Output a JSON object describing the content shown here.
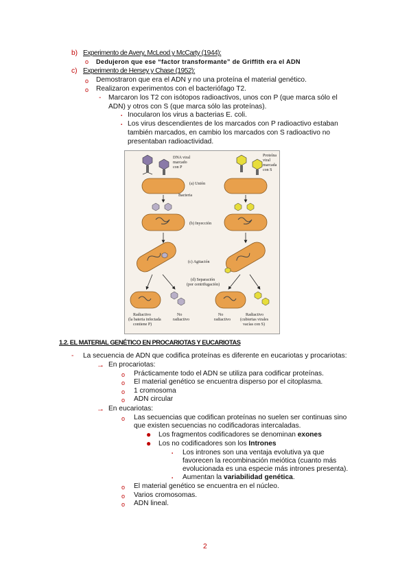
{
  "section_b": {
    "marker": "b)",
    "title": "Experimento de Avery, McLeod y McCarty (1944):",
    "bullet": "Dedujeron que ese “factor transformante” de Griffith era el ADN"
  },
  "section_c": {
    "marker": "c)",
    "title": "Experimento de Hersey y Chase (1952):",
    "bullets": [
      "Demostraron que era el ADN y no una proteína el material genético.",
      "Realizaron experimentos con el bacteriófago T2."
    ],
    "sub_line1": "Marcaron los T2 con isótopos radioactivos, unos con P (que marca sólo el",
    "sub_line2": "ADN) y otros con S (que marca sólo las proteínas).",
    "subsub1": "Inocularon los virus a bacterias E. coli.",
    "subsub2_lines": [
      "Los virus descendientes de los marcados con P radioactivo estaban",
      "también marcados, en cambio los marcados con S radioactivo no",
      "presentaban radioactividad."
    ]
  },
  "figure": {
    "left_label": [
      "DNA viral",
      "marcado",
      "con  P"
    ],
    "right_label": [
      "Proteína",
      "viral",
      "marcada",
      "con  S"
    ],
    "step_a": "(a) Unión",
    "bacteria": "Bacteria",
    "step_b": "(b) Inyección",
    "step_c": "(c) Agitación",
    "step_d": [
      "(d) Separación",
      "(por centrifugación)"
    ],
    "result_left_title": "Radiactivo",
    "result_left_sub": [
      "(la bateria infectada",
      "contiene  P)"
    ],
    "no_radiactivo_left": [
      "No",
      "radiactivo"
    ],
    "no_radiactivo_right": [
      "No",
      "radiactivo"
    ],
    "result_right_title": "Radiactivo",
    "result_right_sub": [
      "(cubiertas virales",
      "vacías con  S)"
    ]
  },
  "section_12": {
    "title": "1.2. EL MATERIAL GENÉTICO EN PROCARIOTAS Y EUCARIOTAS",
    "intro": "La secuencia de ADN que codifica proteínas es diferente en eucariotas y procariotas:",
    "proc_head": "En procariotas:",
    "proc_items": [
      "Prácticamente todo el ADN se utiliza para codificar proteínas.",
      "El material genético se encuentra disperso por el citoplasma.",
      "1 cromosoma",
      "ADN circular"
    ],
    "euc_head": "En eucariotas:",
    "euc_item1_lines": [
      "Las secuencias que codifican proteínas no suelen ser continuas sino",
      "que existen secuencias no codificadoras intercaladas."
    ],
    "exones_prefix": "Los fragmentos codificadores se denominan ",
    "exones_bold": "exones",
    "intrones_prefix": "Los no codificadores son los ",
    "intrones_bold": "Intrones",
    "intrones_sub1_lines": [
      "Los intrones son una ventaja evolutiva ya que",
      "favorecen la recombinación meiótica (cuanto más",
      "evolucionada es una especie más intrones presenta)."
    ],
    "variab_prefix": "Aumentan la ",
    "variab_bold": "variabilidad genética",
    "variab_suffix": ".",
    "euc_items_rest": [
      "El material genético se encuentra en el núcleo.",
      "Varios cromosomas.",
      "ADN lineal."
    ]
  },
  "page_number": "2"
}
